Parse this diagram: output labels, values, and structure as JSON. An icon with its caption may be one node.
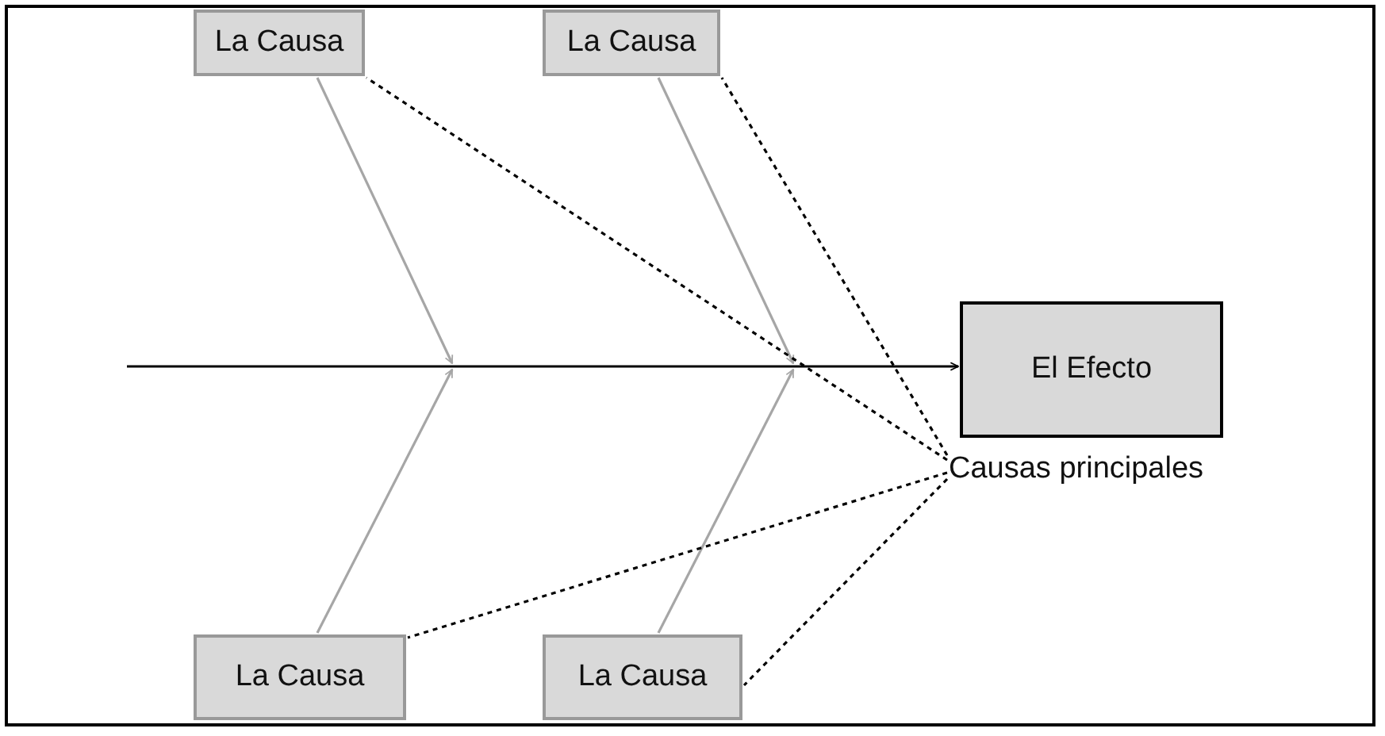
{
  "diagram": {
    "nodes": [
      {
        "text": [
          "La Causa"
        ]
      },
      {
        "text": [
          "La Causa"
        ]
      },
      {
        "text": [
          "El Efecto"
        ]
      },
      {
        "text": [
          "Causas principales"
        ]
      },
      {
        "text": [
          "La Causa"
        ]
      },
      {
        "text": [
          "La Causa"
        ]
      }
    ],
    "edges": [
      {
        "from": null,
        "to": 2,
        "arrow": "to"
      },
      {
        "from": 0,
        "to": null,
        "arrow": "to",
        "color": "#a6a6a6"
      },
      {
        "from": 1,
        "to": null,
        "arrow": "to",
        "color": "#a6a6a6"
      },
      {
        "from": 4,
        "to": null,
        "arrow": "to",
        "color": "#a6a6a6"
      },
      {
        "from": 5,
        "to": null,
        "arrow": "to",
        "color": "#a6a6a6"
      },
      {
        "from": 3,
        "to": 0,
        "arrow": "none",
        "style": "dashed"
      },
      {
        "from": 3,
        "to": 1,
        "arrow": "none",
        "style": "dashed"
      },
      {
        "from": 3,
        "to": 4,
        "arrow": "none",
        "style": "dashed"
      },
      {
        "from": 3,
        "to": 5,
        "arrow": "none",
        "style": "dashed"
      }
    ]
  }
}
